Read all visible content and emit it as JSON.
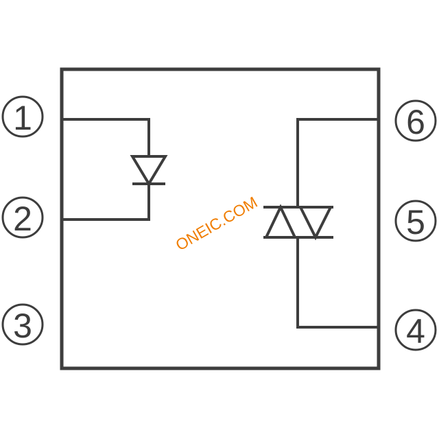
{
  "pins": [
    {
      "id": "pin-1",
      "label": "①"
    },
    {
      "id": "pin-2",
      "label": "②"
    },
    {
      "id": "pin-3",
      "label": "③"
    },
    {
      "id": "pin-4",
      "label": "④"
    },
    {
      "id": "pin-5",
      "label": "⑤"
    },
    {
      "id": "pin-6",
      "label": "⑥"
    }
  ],
  "watermark": {
    "text": "ONEIC.COM",
    "color": "#f07d00"
  },
  "colors": {
    "line": "#3d3d3d",
    "background": "#ffffff"
  },
  "components": {
    "input": "led-diode-symbol",
    "output": "triac-symbol"
  }
}
